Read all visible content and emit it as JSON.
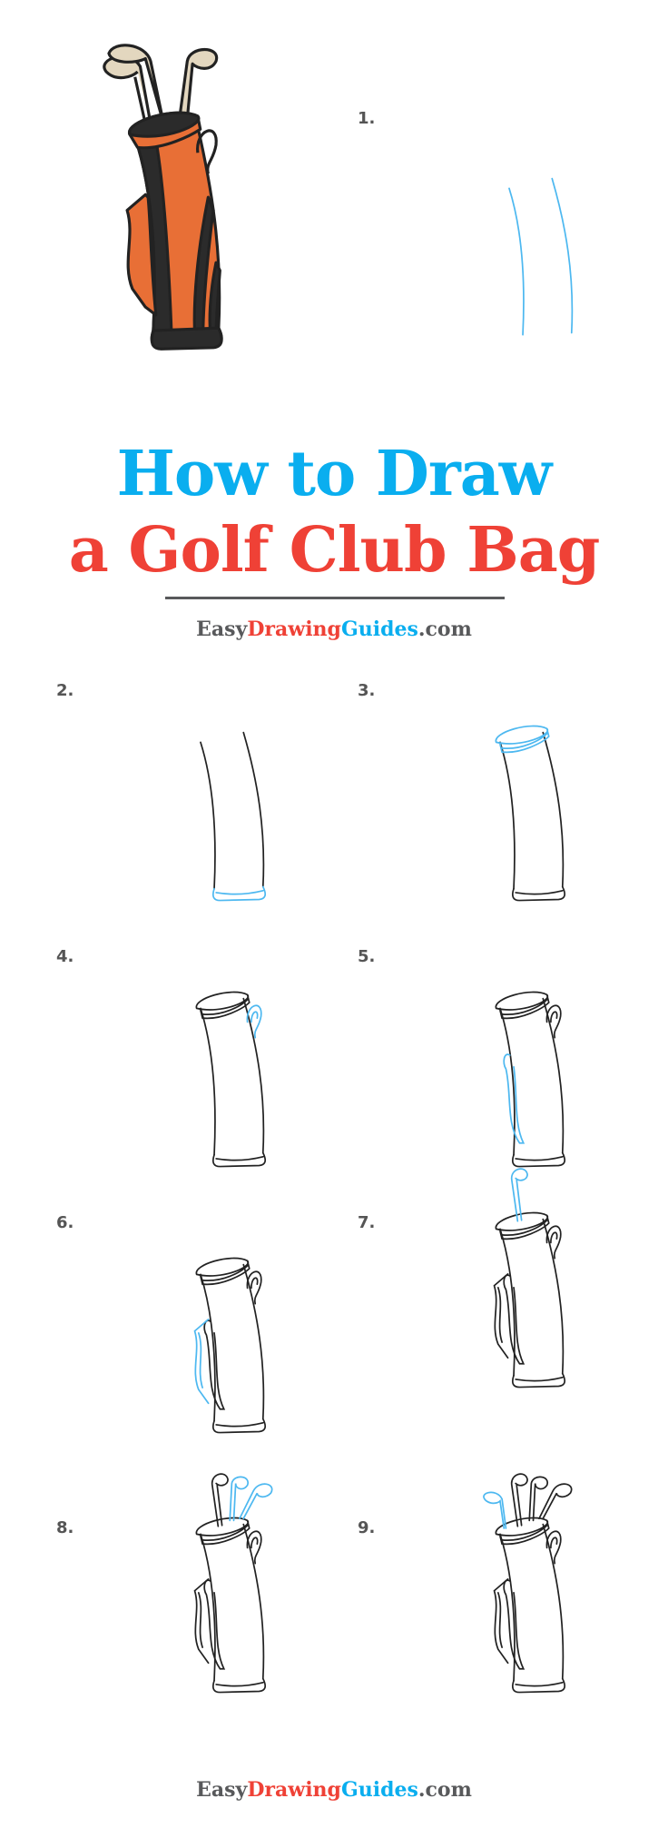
{
  "title": {
    "line1": "How to Draw",
    "line2": "a Golf Club Bag"
  },
  "brand": {
    "part1": "Easy",
    "part2": "Drawing",
    "part3": "Guides",
    "part4": ".com"
  },
  "footer": {
    "part1": "Easy",
    "part2": "Drawing",
    "part3": "Guides",
    "part4": ".com"
  },
  "colors": {
    "title_blue": "#0aaeef",
    "title_red": "#ef4136",
    "highlight": "#4db8f0",
    "bag_orange": "#e86f36",
    "bag_black": "#2b2b2b",
    "club_beige": "#e3d7bf"
  },
  "steps": [
    {
      "label": "1."
    },
    {
      "label": "2."
    },
    {
      "label": "3."
    },
    {
      "label": "4."
    },
    {
      "label": "5."
    },
    {
      "label": "6."
    },
    {
      "label": "7."
    },
    {
      "label": "8."
    },
    {
      "label": "9."
    }
  ]
}
